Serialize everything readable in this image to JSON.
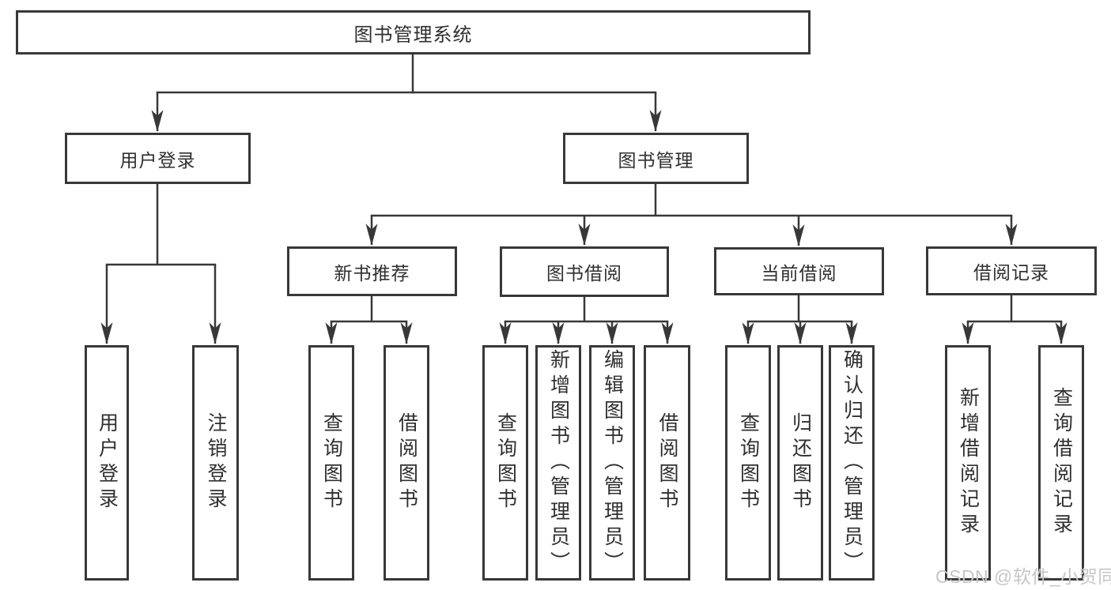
{
  "diagram": {
    "type": "functional-structure-tree",
    "root": "图书管理系统",
    "level2": [
      "用户登录",
      "图书管理"
    ],
    "sections": [
      "新书推荐",
      "图书借阅",
      "当前借阅",
      "借阅记录"
    ],
    "login_leaves": [
      "用户登录",
      "注销登录"
    ],
    "newbook_leaves": [
      "查询图书",
      "借阅图书"
    ],
    "borrow_leaves": [
      "查询图书",
      "新增图书（管理员）",
      "编辑图书（管理员）",
      "借阅图书"
    ],
    "current_leaves": [
      "查询图书",
      "归还图书",
      "确认归还（管理员）"
    ],
    "record_leaves": [
      "新增借阅记录",
      "查询借阅记录"
    ]
  },
  "watermark": "CSDN @软件_小贺同学",
  "colors": {
    "background": "#ffffff",
    "line": "#383838",
    "box_border": "#383838",
    "text": "#2f2f2f",
    "watermark": "#c6c6c6"
  }
}
